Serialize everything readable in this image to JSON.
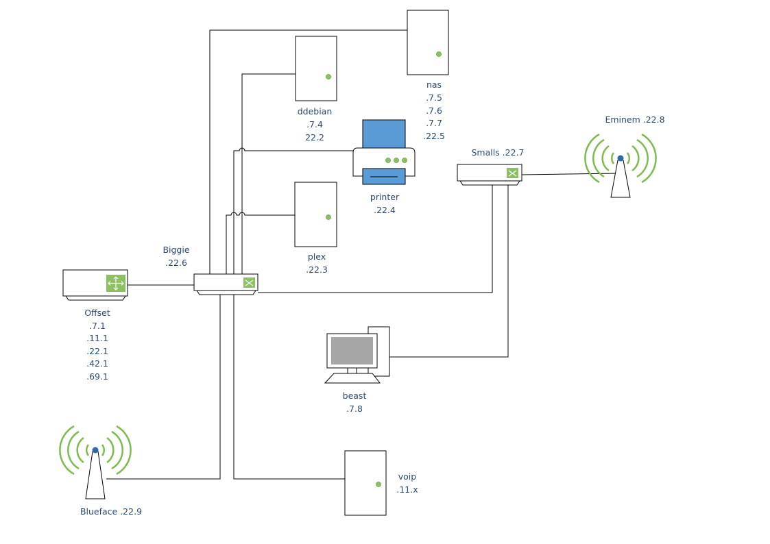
{
  "nodes": {
    "offset": {
      "lines": [
        "Offset",
        ".7.1",
        ".11.1",
        ".22.1",
        ".42.1",
        ".69.1"
      ],
      "icon": "router-icon"
    },
    "biggie": {
      "lines": [
        "Biggie",
        ".22.6"
      ],
      "icon": "switch-icon"
    },
    "smalls": {
      "lines": [
        "Smalls .22.7"
      ],
      "icon": "switch-icon"
    },
    "eminem": {
      "lines": [
        "Eminem .22.8"
      ],
      "icon": "wireless-access-point-icon"
    },
    "blueface": {
      "lines": [
        "Blueface .22.9"
      ],
      "icon": "wireless-access-point-icon"
    },
    "nas": {
      "lines": [
        "nas",
        ".7.5",
        ".7.6",
        ".7.7",
        ".22.5"
      ],
      "icon": "server-icon"
    },
    "ddebian": {
      "lines": [
        "ddebian",
        ".7.4",
        "22.2"
      ],
      "icon": "server-icon"
    },
    "plex": {
      "lines": [
        "plex",
        ".22.3"
      ],
      "icon": "server-icon"
    },
    "printer": {
      "lines": [
        "printer",
        ".22.4"
      ],
      "icon": "printer-icon"
    },
    "beast": {
      "lines": [
        "beast",
        ".7.8"
      ],
      "icon": "desktop-computer-icon"
    },
    "voip": {
      "lines": [
        "voip",
        ".11.x"
      ],
      "icon": "server-icon"
    }
  },
  "colors": {
    "label": "#2b4a6f",
    "accent_green": "#8cc063",
    "printer_blue": "#5b9bd5",
    "wifi_green": "#7dbb4f",
    "wifi_blue": "#2e6aa3",
    "monitor_gray": "#a6a6a6"
  }
}
